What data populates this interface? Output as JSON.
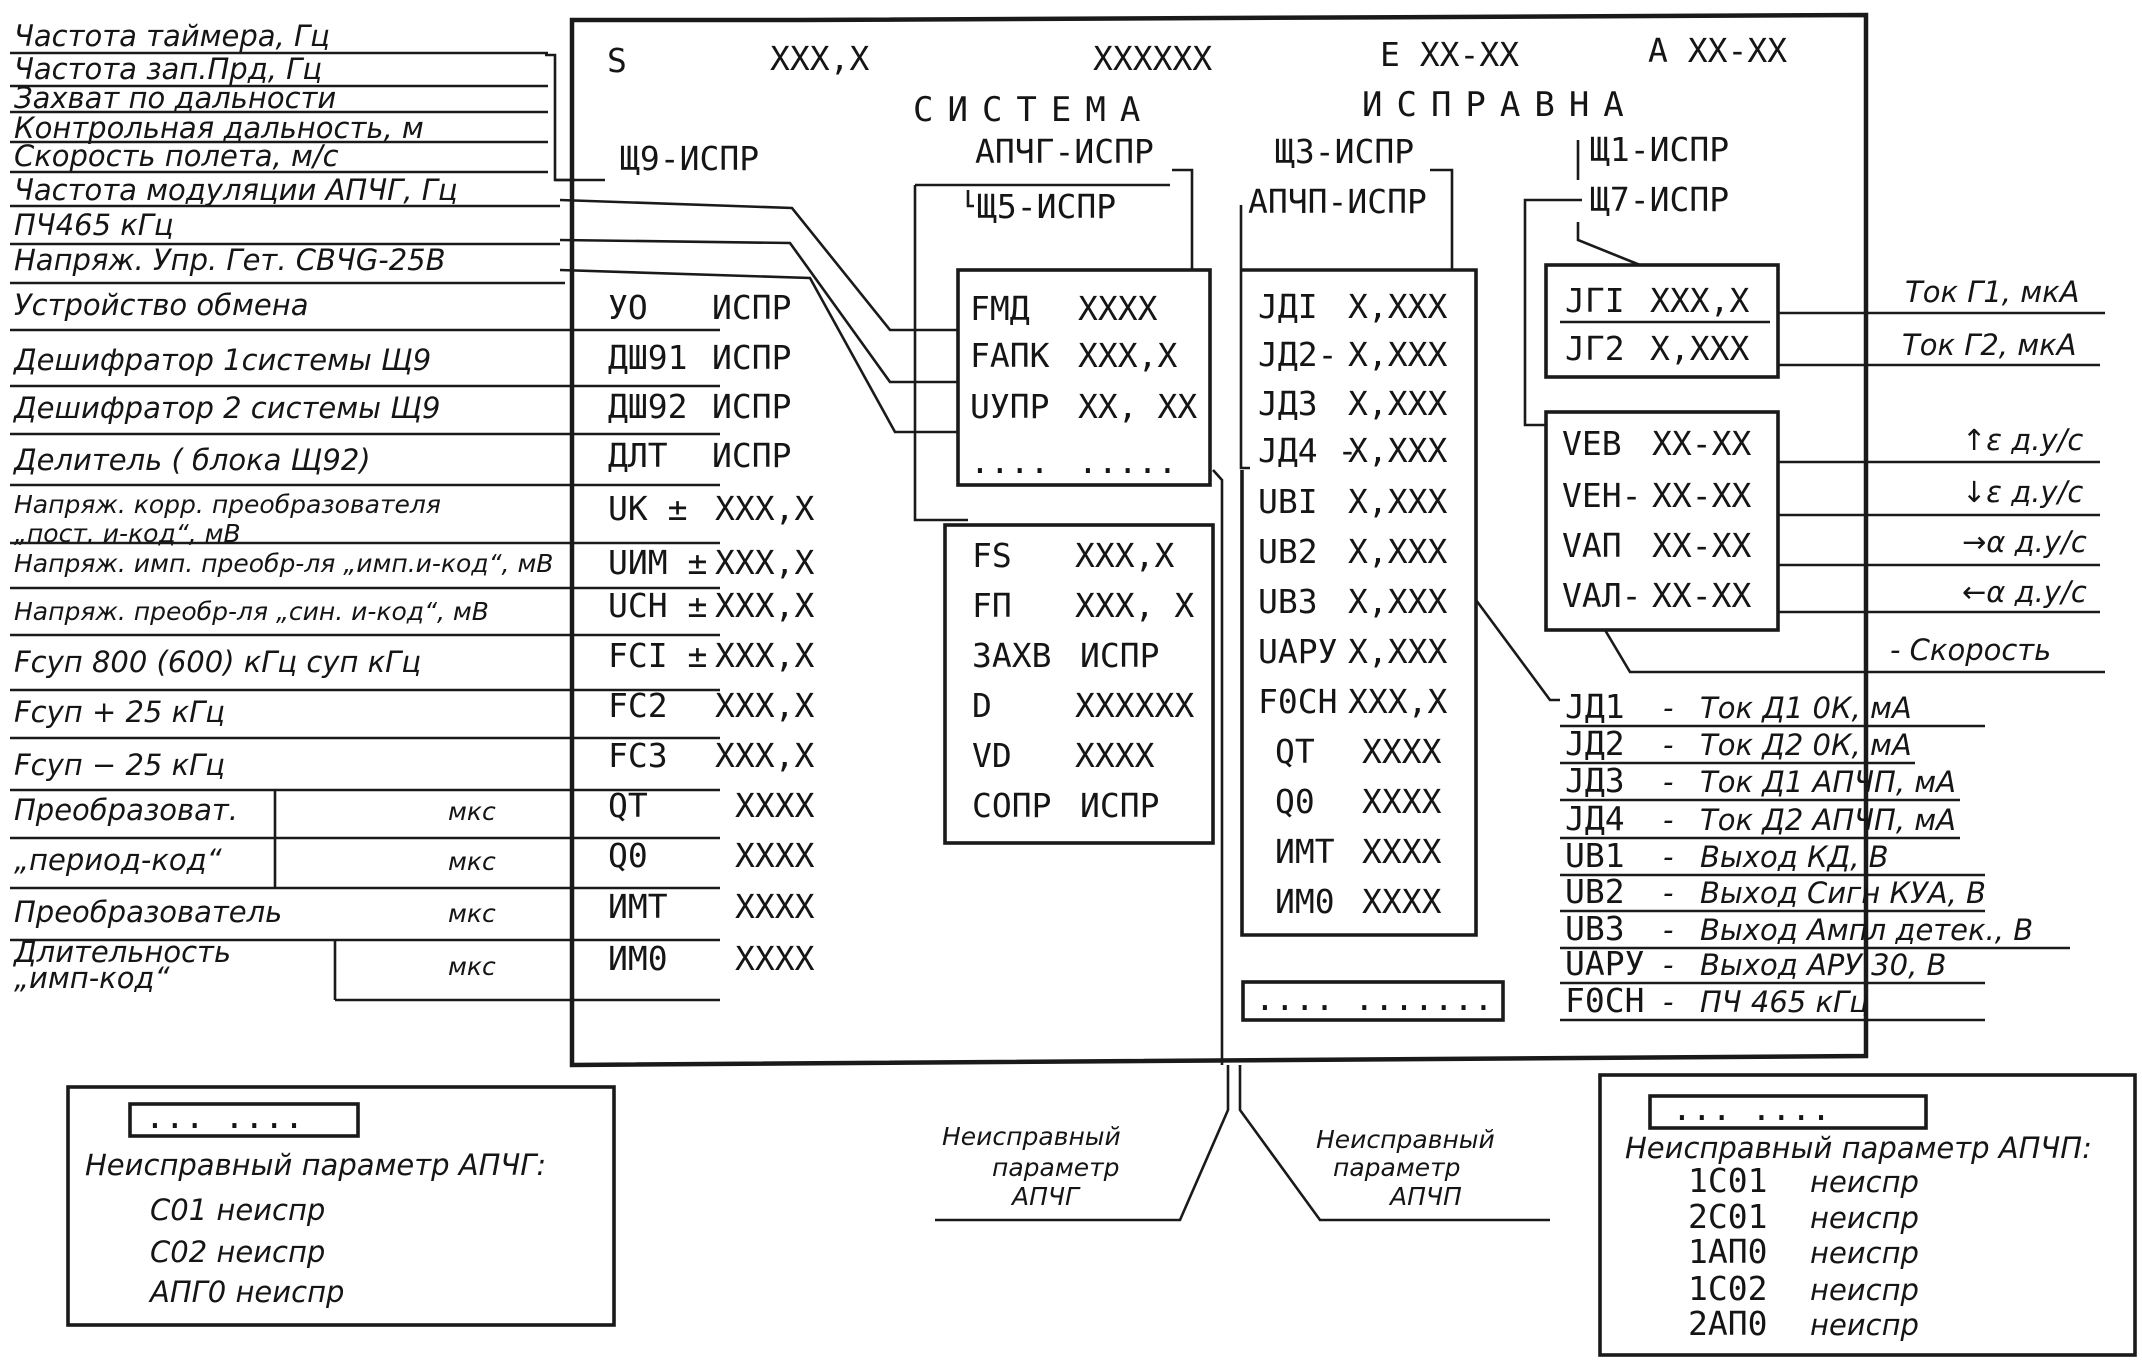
{
  "screen": {
    "s_label": "S",
    "value1": "XXX,X",
    "value2": "XXXXXX",
    "e_value": "E XX-XX",
    "a_value": "A XX-XX",
    "status_left": "СИСТЕМА",
    "status_right": "ИСПРАВНА",
    "sh9": "Щ9-ИСПР",
    "apchg": "АПЧГ-ИСПР",
    "sh5": "Щ5-ИСПР",
    "sh3": "Щ3-ИСПР",
    "apchp": "АПЧП-ИСПР",
    "sh1": "Щ1-ИСПР",
    "sh7": "Щ7-ИСПР",
    "left_rows": [
      {
        "code": "УО",
        "value": "ИСПР"
      },
      {
        "code": "ДШ91",
        "value": "ИСПР"
      },
      {
        "code": "ДШ92",
        "value": "ИСПР"
      },
      {
        "code": "ДЛТ",
        "value": "ИСПР"
      },
      {
        "code": "UK ±",
        "value": "XXX,X"
      },
      {
        "code": "UИМ ±",
        "value": "XXX,X"
      },
      {
        "code": "UСН ±",
        "value": "XXX,X"
      },
      {
        "code": "FCI ±",
        "value": "XXX,X"
      },
      {
        "code": "FC2",
        "value": "XXX,X"
      },
      {
        "code": "FC3",
        "value": "XXX,X"
      },
      {
        "code": "QT",
        "value": "XXXX"
      },
      {
        "code": "Q0",
        "value": "XXXX"
      },
      {
        "code": "ИМТ",
        "value": "XXXX"
      },
      {
        "code": "ИМ0",
        "value": "XXXX"
      }
    ],
    "fm_box": [
      {
        "code": "FMД",
        "value": "XXXX"
      },
      {
        "code": "FАПК",
        "value": "XXX,X"
      },
      {
        "code": "UУПР",
        "value": "XX, XX"
      },
      {
        "code": "....",
        "value": "....."
      }
    ],
    "fs_box": [
      {
        "code": "FS",
        "value": "XXX,X"
      },
      {
        "code": "FП",
        "value": "XXX, X"
      },
      {
        "code": "ЗАХВ",
        "value": "ИСПР"
      },
      {
        "code": "D",
        "value": "XXXXXX"
      },
      {
        "code": "VD",
        "value": "XXXX"
      },
      {
        "code": "СОПР",
        "value": "ИСПР"
      }
    ],
    "jd_box": [
      {
        "code": "JДI",
        "value": "X,XXX"
      },
      {
        "code": "JД2-",
        "value": "X,XXX"
      },
      {
        "code": "JД3",
        "value": "X,XXX"
      },
      {
        "code": "JД4 -",
        "value": "X,XXX"
      },
      {
        "code": "UBI",
        "value": "X,XXX"
      },
      {
        "code": "UB2",
        "value": "X,XXX"
      },
      {
        "code": "UB3",
        "value": "X,XXX"
      },
      {
        "code": "UAPУ",
        "value": "X,XXX"
      },
      {
        "code": "F0CH",
        "value": "XXX,X"
      },
      {
        "code": "QT",
        "value": "XXXX"
      },
      {
        "code": "Q0",
        "value": "XXXX"
      },
      {
        "code": "ИМТ",
        "value": "XXXX"
      },
      {
        "code": "ИМ0",
        "value": "XXXX"
      }
    ],
    "jg_box": [
      {
        "code": "JГI",
        "value": "XXX,X"
      },
      {
        "code": "JГ2",
        "value": "X,XXX"
      }
    ],
    "ve_box": [
      {
        "code": "VEB",
        "value": "XX-XX"
      },
      {
        "code": "VEH-",
        "value": "XX-XX"
      },
      {
        "code": "VAП",
        "value": "XX-XX"
      },
      {
        "code": "VAЛ-",
        "value": "XX-XX"
      }
    ],
    "dots_bottom": "....  ......."
  },
  "left_labels": [
    "Частота таймера, Гц",
    "Частота зап.Прд, Гц",
    "Захват по дальности",
    "Контрольная дальность, м",
    "Скорость полета, м/с",
    "Частота модуляции АПЧГ, Гц",
    "ПЧ465 кГц",
    "Напряж. Упр. Гет. СВЧG-25В",
    "Устройство обмена",
    "Дешифратор 1системы Щ9",
    "Дешифратор 2 системы Щ9",
    "Делитель ( блока Щ92)",
    "Напряж. корр. преобразователя",
    "„пост. и-код“, мВ",
    "Напряж. имп. преобр-ля „имп.и-код“, мВ",
    "Напряж. преобр-ля „син. и-код“, мВ",
    "Fсуп 800 (600) кГц суп кГц",
    "Fсуп + 25 кГц",
    "Fсуп − 25 кГц",
    "Преобразоват.",
    "„период-код“",
    "Преобразователь",
    "Длительность",
    "„имп-код“"
  ],
  "units_mks": [
    "мкс",
    "мкс",
    "мкс",
    "мкс"
  ],
  "right_labels": {
    "tok_g1": "Ток Г1, мкА",
    "tok_g2": "Ток Г2, мкА",
    "e_up": "↑ε д.у/с",
    "e_down": "↓ε д.у/с",
    "a_right": "→α д.у/с",
    "a_left": "←α д.у/с",
    "speed": "- Скорость"
  },
  "legend": [
    {
      "code": "JД1",
      "desc": "Ток Д1 0К, мА"
    },
    {
      "code": "JД2",
      "desc": "Ток Д2 0К, мА"
    },
    {
      "code": "JД3",
      "desc": "Ток Д1 АПЧП, мА"
    },
    {
      "code": "JД4",
      "desc": "Ток Д2 АПЧП, мА"
    },
    {
      "code": "UB1",
      "desc": "Выход КД, В"
    },
    {
      "code": "UB2",
      "desc": "Выход Сигн КУА, В"
    },
    {
      "code": "UB3",
      "desc": "Выход Ампл детек., В"
    },
    {
      "code": "UAPУ",
      "desc": "Выход АРУ 30, В"
    },
    {
      "code": "F0CH",
      "desc": "ПЧ 465 кГц"
    }
  ],
  "legend_dash": "-",
  "callouts": {
    "apchg_l1": "Неисправный",
    "apchg_l2": "параметр",
    "apchg_l3": "АПЧГ",
    "apchp_l1": "Неисправный",
    "apchp_l2": "параметр",
    "apchp_l3": "АПЧП"
  },
  "fault_left": {
    "dots": "...  ....",
    "title": "Неисправный параметр АПЧГ:",
    "items": [
      "С01 неиспр",
      "С02 неиспр",
      "АПГ0 неиспр"
    ]
  },
  "fault_right": {
    "dots": "...  ....",
    "title": "Неисправный параметр АПЧП:",
    "items": [
      {
        "code": "1С01",
        "state": "неиспр"
      },
      {
        "code": "2С01",
        "state": "неиспр"
      },
      {
        "code": "1АП0",
        "state": "неиспр"
      },
      {
        "code": "1С02",
        "state": "неиспр"
      },
      {
        "code": "2АП0",
        "state": "неиспр"
      }
    ]
  }
}
